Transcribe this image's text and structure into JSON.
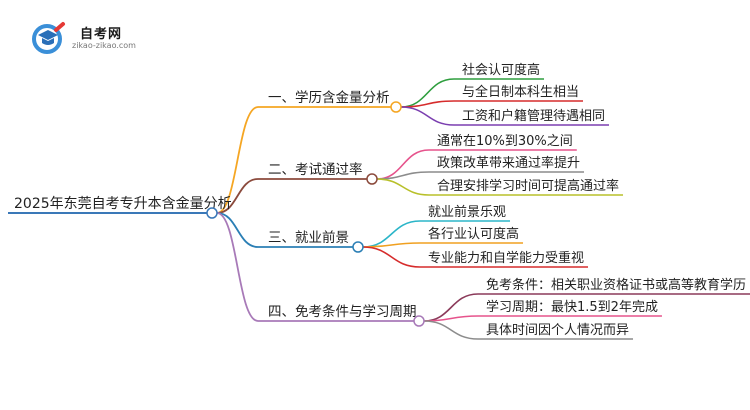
{
  "logo": {
    "name": "自考网",
    "url": "zikao-zikao.com",
    "icon": "graduation-cap-icon"
  },
  "root": {
    "label": "2025年东莞自考专升本含金量分析",
    "color": "#3a78b8"
  },
  "branches": [
    {
      "label": "一、学历含金量分析",
      "color": "#f5a623",
      "children": [
        {
          "label": "社会认可度高",
          "color": "#2e9e3e"
        },
        {
          "label": "与全日制本科生相当",
          "color": "#d62c2c"
        },
        {
          "label": "工资和户籍管理待遇相同",
          "color": "#7b3fb0"
        }
      ]
    },
    {
      "label": "二、考试通过率",
      "color": "#8b4a3c",
      "children": [
        {
          "label": "通常在10%到30%之间",
          "color": "#e6538c"
        },
        {
          "label": "政策改革带来通过率提升",
          "color": "#8c8c8c"
        },
        {
          "label": "合理安排学习时间可提高通过率",
          "color": "#b8c02a"
        }
      ]
    },
    {
      "label": "三、就业前景",
      "color": "#2b7fb5",
      "children": [
        {
          "label": "就业前景乐观",
          "color": "#2bb5c8"
        },
        {
          "label": "各行业认可度高",
          "color": "#f0a020"
        },
        {
          "label": "专业能力和自学能力受重视",
          "color": "#d62c2c"
        }
      ]
    },
    {
      "label": "四、免考条件与学习周期",
      "color": "#a87ab8",
      "children": [
        {
          "label": "免考条件：相关职业资格证书或高等教育学历",
          "color": "#8b3a5a"
        },
        {
          "label": "学习周期：最快1.5到2年完成",
          "color": "#e6538c"
        },
        {
          "label": "具体时间因个人情况而异",
          "color": "#8c8c8c"
        }
      ]
    }
  ]
}
